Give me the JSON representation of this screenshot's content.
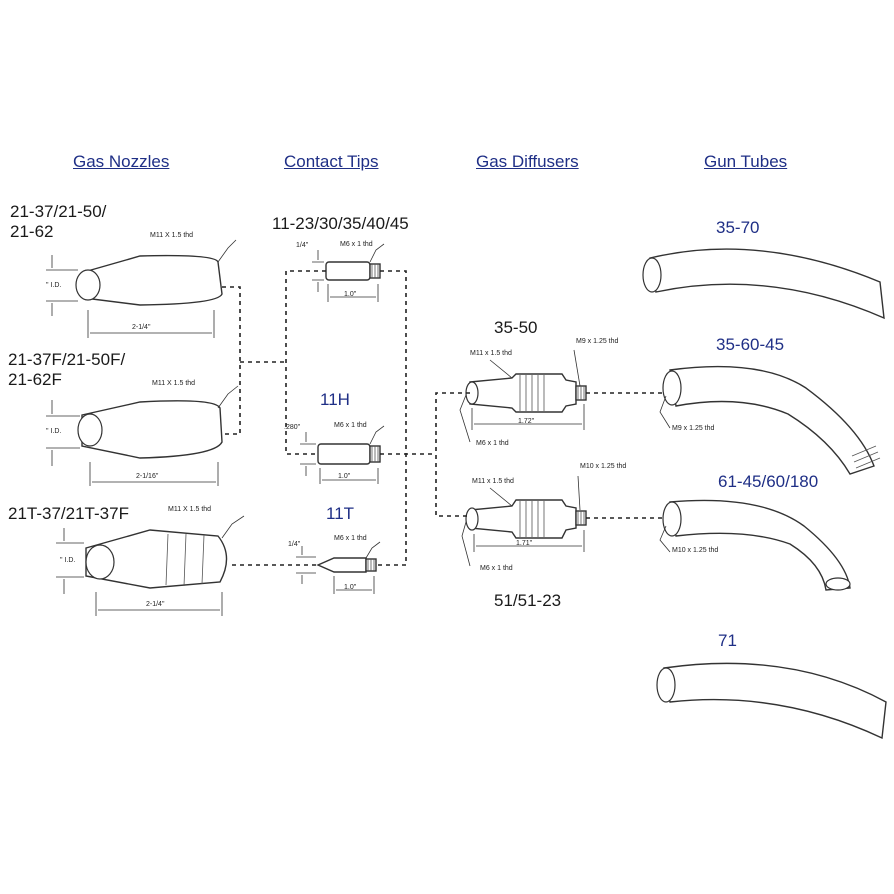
{
  "headers": {
    "gas_nozzles": "Gas Nozzles",
    "contact_tips": "Contact Tips",
    "gas_diffusers": "Gas Diffusers",
    "gun_tubes": "Gun Tubes"
  },
  "nozzles": [
    {
      "label_line1": "21-37/21-50/",
      "label_line2": "21-62",
      "thread": "M11 X 1.5 thd",
      "id_label": "\" I.D.",
      "length": "2-1/4\""
    },
    {
      "label_line1": "21-37F/21-50F/",
      "label_line2": "21-62F",
      "thread": "M11 X 1.5 thd",
      "id_label": "\" I.D.",
      "length": "2-1/16\""
    },
    {
      "label_line1": "21T-37/21T-37F",
      "label_line2": "",
      "thread": "M11 X 1.5 thd",
      "id_label": "\" I.D.",
      "length": "2-1/4\""
    }
  ],
  "tips": [
    {
      "label": "11-23/30/35/40/45",
      "thread": "M6 x 1 thd",
      "dia": "1/4\"",
      "length": "1.0\""
    },
    {
      "label": "11H",
      "thread": "M6 x 1 thd",
      "dia": ".280\"",
      "length": "1.0\""
    },
    {
      "label": "11T",
      "thread": "M6 x 1 thd",
      "dia": "1/4\"",
      "length": "1.0\""
    }
  ],
  "diffusers": [
    {
      "label": "35-50",
      "thread_a": "M11 x 1.5 thd",
      "thread_b": "M9 x 1.25 thd",
      "thread_c": "M6 x 1 thd",
      "length": "1.72\""
    },
    {
      "label": "51/51-23",
      "thread_a": "M11 x 1.5 thd",
      "thread_b": "M10 x 1.25 thd",
      "thread_c": "M6 x 1 thd",
      "length": "1.71\""
    }
  ],
  "tubes": [
    {
      "label": "35-70",
      "thread": ""
    },
    {
      "label": "35-60-45",
      "thread": "M9 x 1.25 thd"
    },
    {
      "label": "61-45/60/180",
      "thread": "M10 x 1.25 thd"
    },
    {
      "label": "71",
      "thread": ""
    }
  ]
}
